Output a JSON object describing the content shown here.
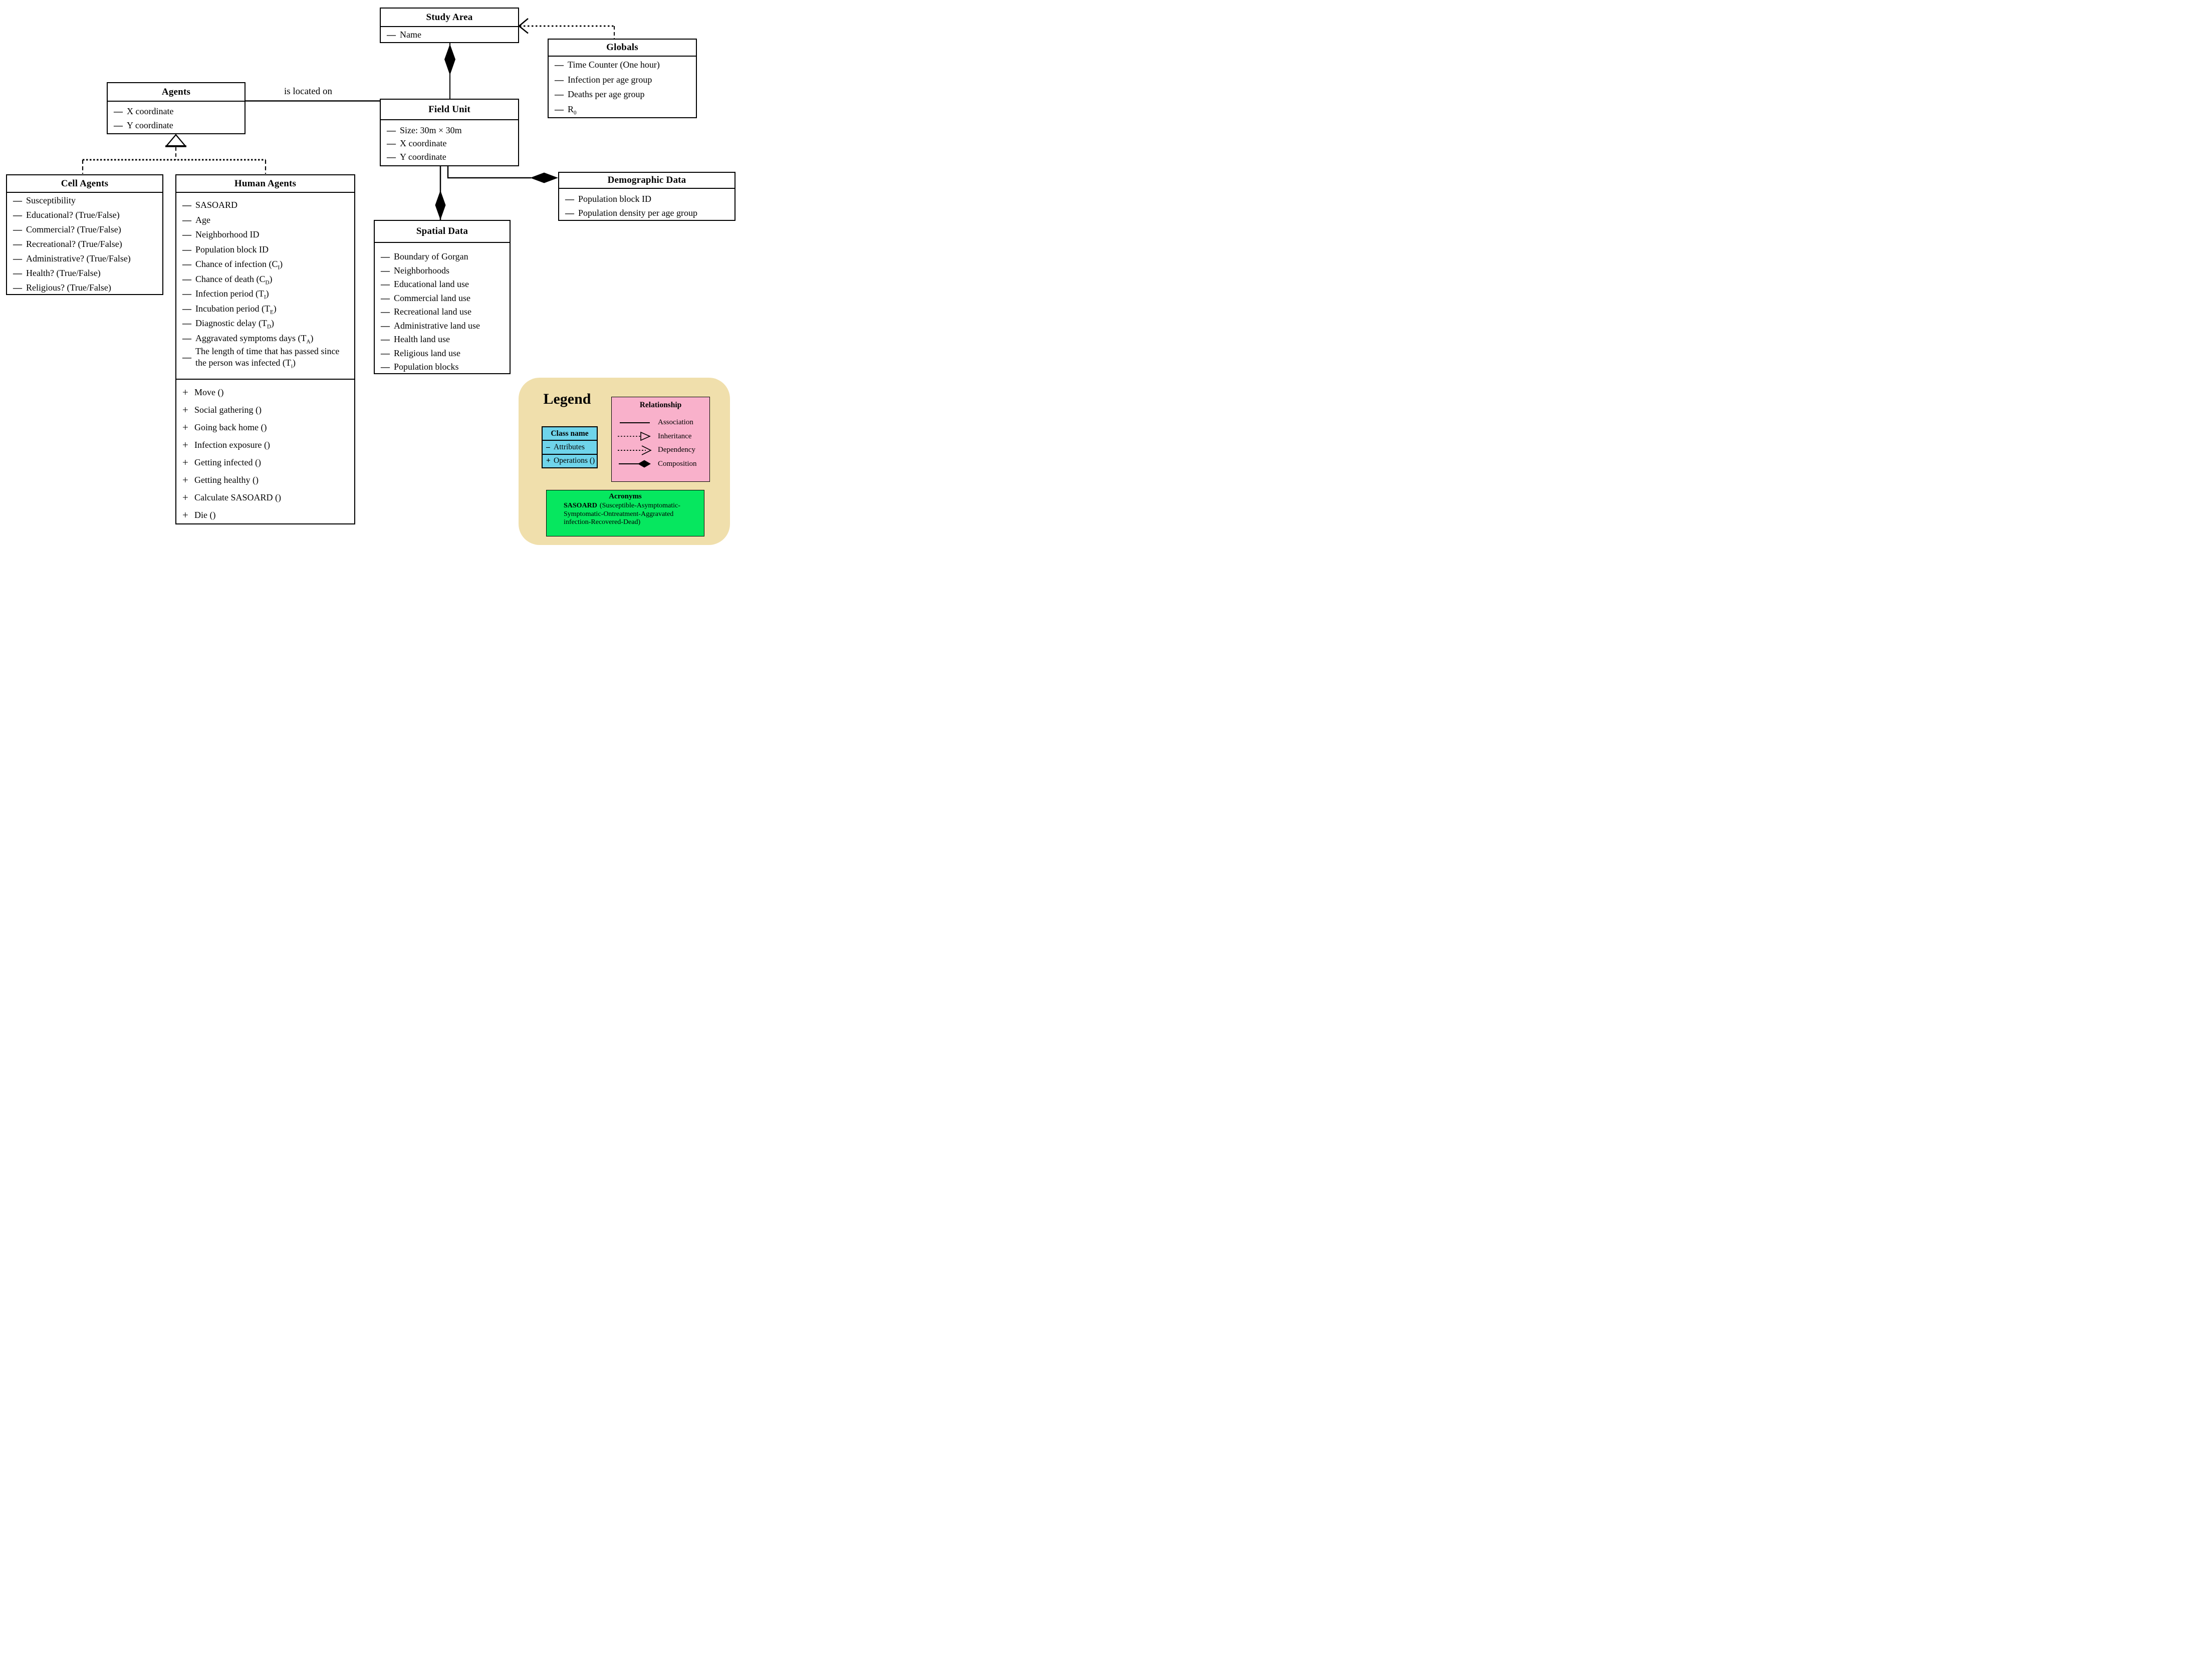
{
  "diagram": {
    "association_label": "is located on",
    "notation": {
      "attribute_prefix": "—",
      "operation_prefix": "+"
    },
    "classes": {
      "study_area": {
        "title": "Study Area",
        "attributes": [
          "Name"
        ]
      },
      "globals": {
        "title": "Globals",
        "attributes": [
          "Time Counter (One hour)",
          "Infection per age group",
          "Deaths per age group",
          "R~0~"
        ]
      },
      "agents": {
        "title": "Agents",
        "attributes": [
          "X coordinate",
          "Y coordinate"
        ]
      },
      "field_unit": {
        "title": "Field Unit",
        "attributes": [
          "Size: 30m × 30m",
          "X coordinate",
          "Y coordinate"
        ]
      },
      "cell_agents": {
        "title": "Cell Agents",
        "attributes": [
          "Susceptibility",
          "Educational? (True/False)",
          "Commercial? (True/False)",
          "Recreational? (True/False)",
          "Administrative? (True/False)",
          "Health? (True/False)",
          "Religious? (True/False)"
        ]
      },
      "human_agents": {
        "title": "Human Agents",
        "attributes": [
          "SASOARD",
          "Age",
          "Neighborhood ID",
          "Population block ID",
          "Chance of infection (C~I~)",
          "Chance of death (C~D~)",
          "Infection period (T~I~)",
          "Incubation period (T~E~)",
          "Diagnostic delay (T~D~)",
          "Aggravated symptoms days (T~A~)",
          "The length of time that has passed since the person was infected (T~i~)"
        ],
        "operations": [
          "Move ()",
          "Social gathering ()",
          "Going back home ()",
          "Infection exposure ()",
          "Getting infected ()",
          "Getting healthy ()",
          "Calculate SASOARD ()",
          "Die ()"
        ]
      },
      "spatial_data": {
        "title": "Spatial Data",
        "attributes": [
          "Boundary of Gorgan",
          "Neighborhoods",
          "Educational land use",
          "Commercial land use",
          "Recreational land use",
          "Administrative land use",
          "Health land use",
          "Religious land use",
          "Population blocks"
        ]
      },
      "demographic_data": {
        "title": "Demographic Data",
        "attributes": [
          "Population block ID",
          "Population density per age group"
        ]
      }
    }
  },
  "legend": {
    "title": "Legend",
    "background_color": "#f0dfac",
    "class_box": {
      "color": "#6fd4ea",
      "title": "Class name",
      "attr_prefix": "–",
      "attributes_label": "Attributes",
      "op_prefix": "+",
      "operations_label": "Operations ()"
    },
    "relationship_box": {
      "color": "#f9b1cb",
      "title": "Relationship",
      "items": [
        "Association",
        "Inheritance",
        "Dependency",
        "Composition"
      ]
    },
    "acronyms_box": {
      "color": "#06e75f",
      "title": "Acronyms",
      "acronym": "SASOARD",
      "expansion": "(Susceptible-Asymptomatic-Symptomatic-Ontreatment-Aggravated infection-Recovered-Dead)"
    }
  }
}
